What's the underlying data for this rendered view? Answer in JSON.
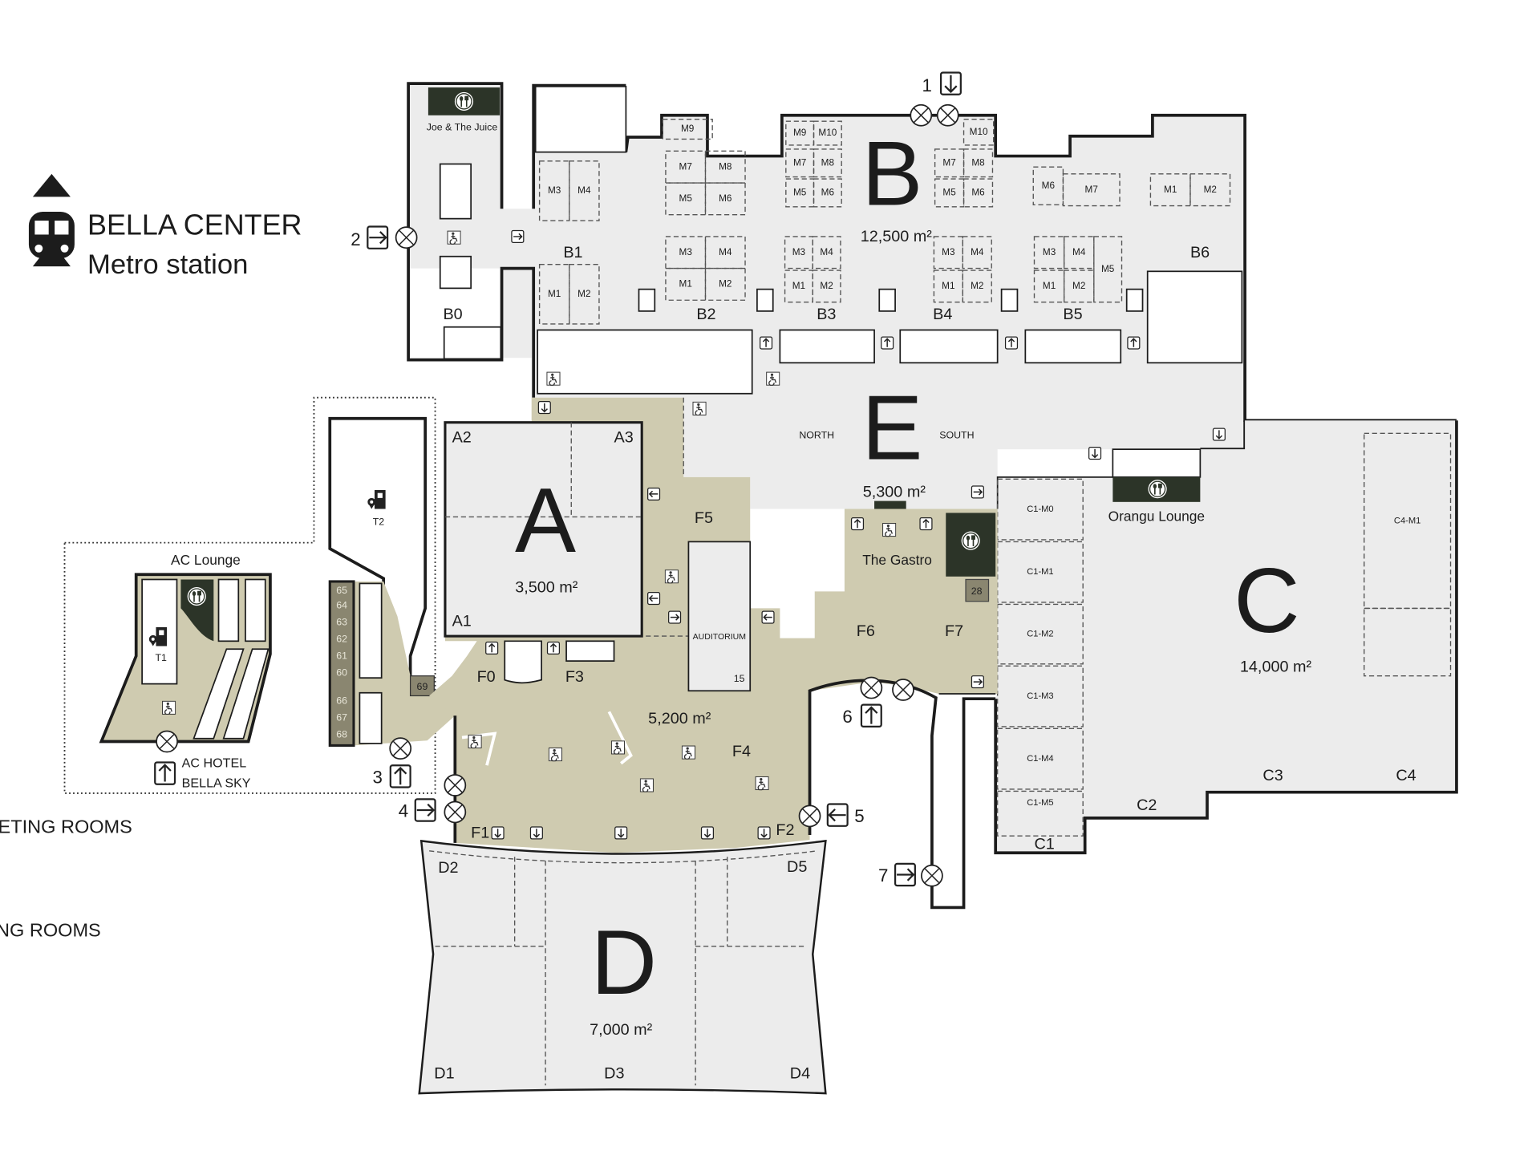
{
  "legend": {
    "title": "BELLA CENTER",
    "subtitle": "Metro station",
    "meeting_rooms_label_1": "ETING ROOMS",
    "meeting_rooms_label_2": "NG ROOMS"
  },
  "halls": {
    "A": {
      "letter": "A",
      "area": "3,500 m²",
      "sections": [
        "A1",
        "A2",
        "A3"
      ]
    },
    "B": {
      "letter": "B",
      "area": "12,500 m²",
      "sections": [
        "B0",
        "B1",
        "B2",
        "B3",
        "B4",
        "B5",
        "B6"
      ]
    },
    "C": {
      "letter": "C",
      "area": "14,000 m²",
      "sections": [
        "C1",
        "C2",
        "C3",
        "C4"
      ]
    },
    "D": {
      "letter": "D",
      "area": "7,000 m²",
      "sections": [
        "D1",
        "D2",
        "D3",
        "D4",
        "D5"
      ]
    },
    "E": {
      "letter": "E",
      "area": "5,300 m²",
      "north": "NORTH",
      "south": "SOUTH"
    },
    "F": {
      "area": "5,200 m²",
      "sections": [
        "F0",
        "F1",
        "F2",
        "F3",
        "F4",
        "F5",
        "F6",
        "F7"
      ]
    }
  },
  "meeting_rooms": {
    "B1": [
      "M3",
      "M4",
      "M1",
      "M2"
    ],
    "B2": [
      "M9",
      "M7",
      "M8",
      "M5",
      "M6",
      "M3",
      "M4",
      "M1",
      "M2"
    ],
    "B3": [
      "M9",
      "M10",
      "M7",
      "M8",
      "M5",
      "M6",
      "M3",
      "M4",
      "M1",
      "M2"
    ],
    "B4": [
      "M10",
      "M7",
      "M8",
      "M5",
      "M6",
      "M3",
      "M4",
      "M1",
      "M2"
    ],
    "B5": [
      "M6",
      "M7",
      "M3",
      "M4",
      "M1",
      "M2",
      "M5"
    ],
    "B6": [
      "M1",
      "M2"
    ],
    "C1": [
      "C1-M0",
      "C1-M1",
      "C1-M2",
      "C1-M3",
      "C1-M4",
      "C1-M5"
    ],
    "C4": [
      "C4-M1"
    ]
  },
  "rooms": {
    "auditorium": "AUDITORIUM",
    "auditorium_number": "15",
    "gastro_room": "28",
    "tower_rooms": [
      "65",
      "64",
      "63",
      "62",
      "61",
      "60",
      "66",
      "67",
      "68"
    ],
    "room_69": "69"
  },
  "venues": {
    "joe_and_the_juice": "Joe & The Juice",
    "orangu_lounge": "Orangu Lounge",
    "the_gastro": "The Gastro",
    "ac_lounge": "AC Lounge",
    "tower_1": "T1",
    "tower_2": "T2",
    "ac_hotel_line1": "AC HOTEL",
    "ac_hotel_line2": "BELLA SKY"
  },
  "entrances": [
    "1",
    "2",
    "3",
    "4",
    "5",
    "6",
    "7"
  ],
  "colors": {
    "hall": "#ececec",
    "foyer": "#cfcbb0",
    "restaurant": "#2c3428",
    "wall": "#1c1c1c"
  }
}
